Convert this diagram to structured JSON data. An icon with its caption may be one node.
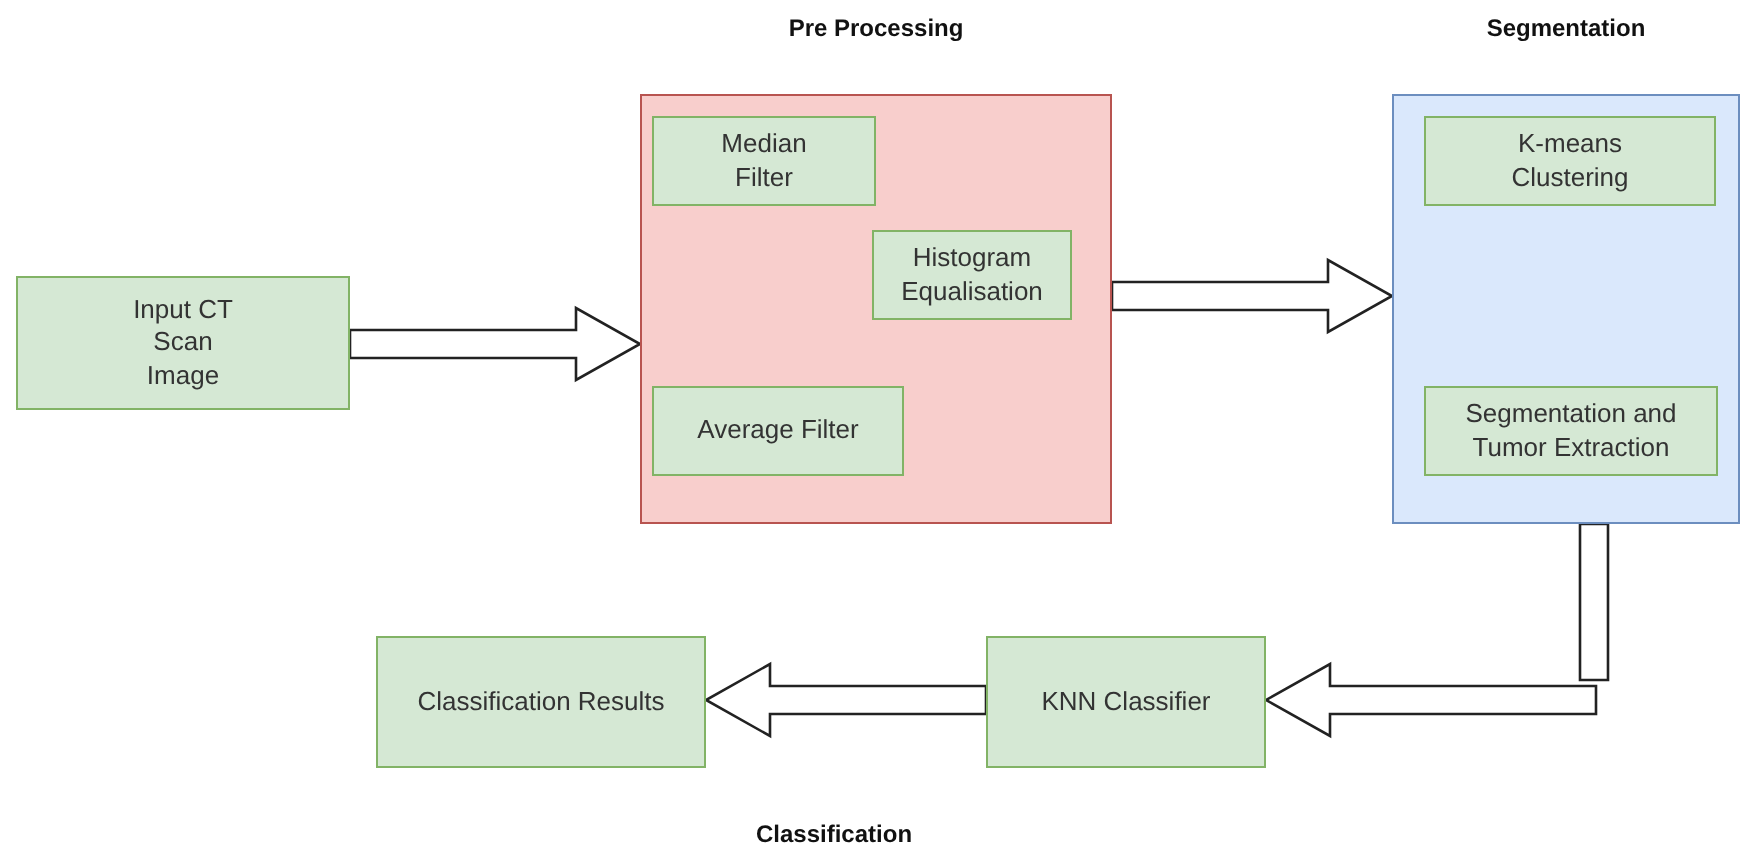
{
  "diagram": {
    "nodes": [
      {
        "text": [
          "Input CT Scan Image"
        ]
      },
      {
        "text": [
          "Pre Processing"
        ]
      },
      {
        "text": [
          "Median Filter"
        ],
        "in": 1
      },
      {
        "text": [
          "Histogram Equalisation"
        ],
        "in": 1
      },
      {
        "text": [
          "Average Filter"
        ],
        "in": 1
      },
      {
        "text": [
          "Segmentation"
        ]
      },
      {
        "text": [
          "K-means Clustering"
        ],
        "in": 5
      },
      {
        "text": [
          "Segmentation and Tumor Extraction"
        ],
        "in": 5
      },
      {
        "text": [
          "KNN Classifier"
        ]
      },
      {
        "text": [
          "Classification Results"
        ]
      }
    ],
    "edges": [
      {
        "from": 0,
        "to": 1,
        "arrow": "to"
      },
      {
        "from": 1,
        "to": 5,
        "arrow": "to"
      },
      {
        "from": 5,
        "to": 8,
        "arrow": "to"
      },
      {
        "from": 8,
        "to": 9,
        "arrow": "to"
      }
    ],
    "labels": [
      "Classification"
    ]
  }
}
